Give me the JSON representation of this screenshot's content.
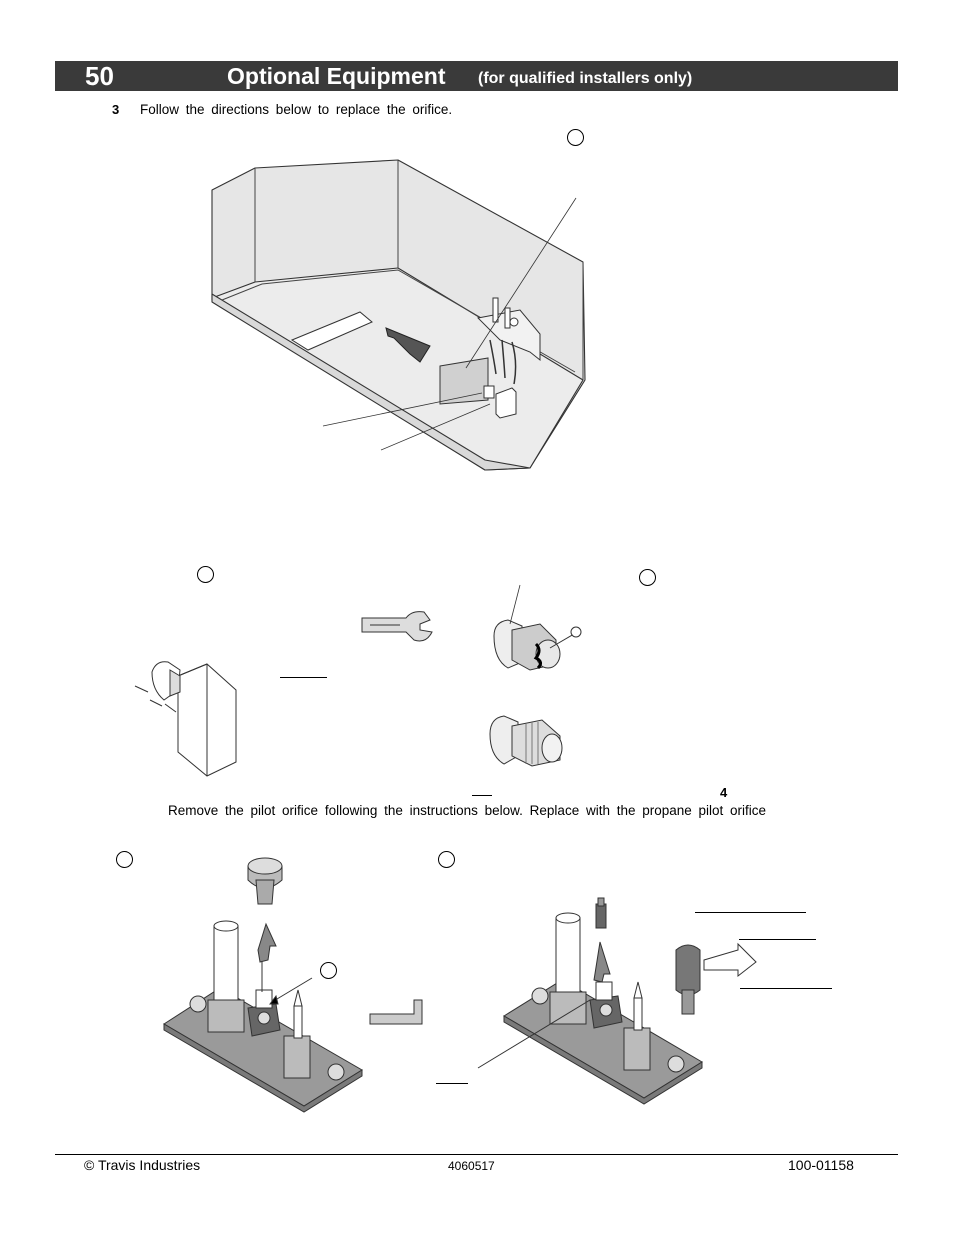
{
  "header": {
    "page_number": "50",
    "title": "Optional Equipment",
    "subtitle": "(for qualified installers only)"
  },
  "steps": {
    "step3_number": "3",
    "step3_text": "Follow the directions below to replace the orifice.",
    "step4_number": "4",
    "step4_text": "Remove the pilot orifice following the instructions below.  Replace with the propane pilot orifice"
  },
  "footer": {
    "copyright": "© Travis Industries",
    "code": "4060517",
    "doc_number": "100-01158"
  },
  "colors": {
    "header_bg": "#3a3a3a",
    "panel_gray": "#e6e6e6",
    "plate_gray": "#9a9a9a"
  }
}
